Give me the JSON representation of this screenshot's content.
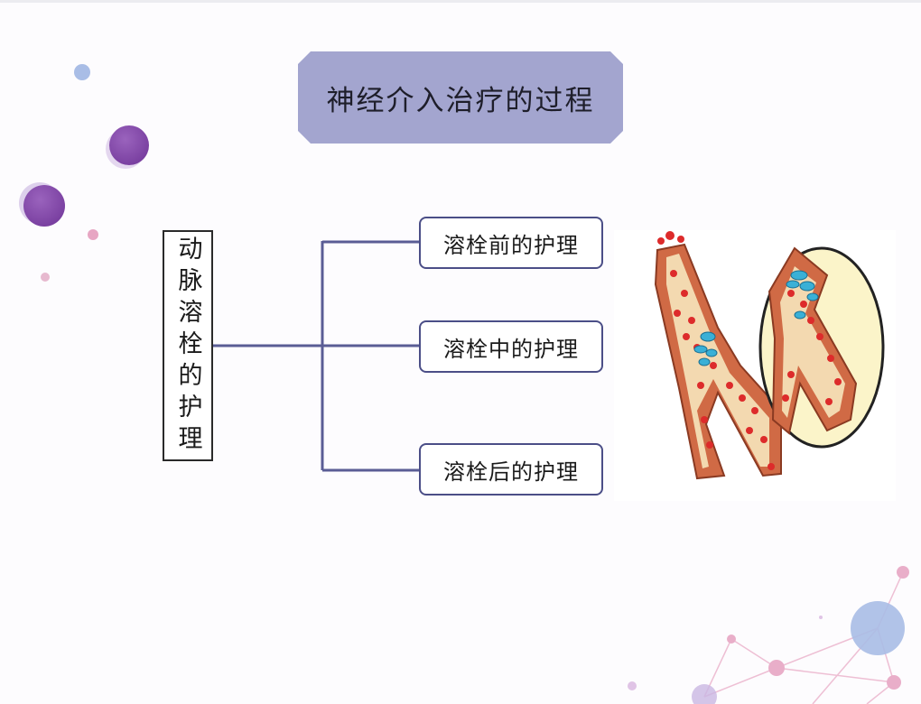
{
  "title": "神经介入治疗的过程",
  "main_topic": "动脉溶栓的护理",
  "nodes": [
    {
      "label": "溶栓前的护理"
    },
    {
      "label": "溶栓中的护理"
    },
    {
      "label": "溶栓后的护理"
    }
  ],
  "illustration_icon": "blood-vessel-thrombus-icon",
  "colors": {
    "banner": "#a3a5cf",
    "node_border": "#4b4e87",
    "connector": "#5a5d95",
    "vessel": "#c7613f",
    "blood_cell": "#dd2b2b",
    "thrombus": "#3ab0d6",
    "dot_purple": "#7a3f9e",
    "dot_blue": "#9fb6e6",
    "dot_pink": "#e9aec9"
  }
}
